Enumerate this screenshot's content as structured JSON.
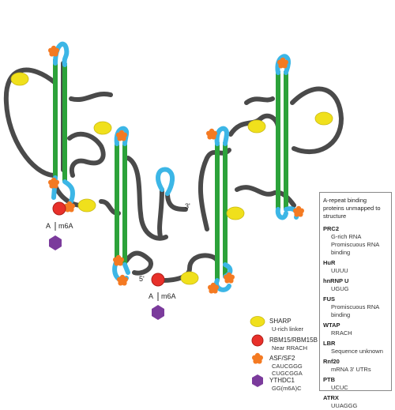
{
  "diagram": {
    "end_5prime": "5'",
    "end_3prime": "3'",
    "mod_left": {
      "base": "A",
      "mod": "m6A"
    },
    "mod_center": {
      "base": "A",
      "mod": "m6A"
    },
    "colors": {
      "backbone": "#4a4a4a",
      "stem": "#2ca23a",
      "loop": "#3cb6e6",
      "sharp": "#f0e01c",
      "rbm15": "#e8302a",
      "asf": "#f47a22",
      "ythdc1": "#7b3b9c"
    }
  },
  "legend": {
    "items": [
      {
        "name": "SHARP",
        "desc": [
          "U-rich linker"
        ],
        "icon": "yellow-ellipse"
      },
      {
        "name": "RBM15/RBM15B",
        "desc": [
          "Near RRACH"
        ],
        "icon": "red-circle"
      },
      {
        "name": "ASF/SF2",
        "desc": [
          "CAUCGGG",
          "CUGCGGA"
        ],
        "icon": "orange-flower"
      },
      {
        "name": "YTHDC1",
        "desc": [
          "GG(m6A)C"
        ],
        "icon": "purple-hexagon"
      }
    ]
  },
  "side_panel": {
    "title": "A-repeat binding proteins unmapped to structure",
    "proteins": [
      {
        "name": "PRC2",
        "desc": [
          "G-rich RNA",
          "Promiscuous RNA binding"
        ]
      },
      {
        "name": "HuR",
        "desc": [
          "UUUU"
        ]
      },
      {
        "name": "hnRNP U",
        "desc": [
          "UGUG"
        ]
      },
      {
        "name": "FUS",
        "desc": [
          "Promiscuous RNA binding"
        ]
      },
      {
        "name": "WTAP",
        "desc": [
          "RRACH"
        ]
      },
      {
        "name": "LBR",
        "desc": [
          "Sequence unknown"
        ]
      },
      {
        "name": "Rnf20",
        "desc": [
          "mRNA 3' UTRs"
        ]
      },
      {
        "name": "PTB",
        "desc": [
          "UCUC"
        ]
      },
      {
        "name": "ATRX",
        "desc": [
          "UUAGGG"
        ]
      }
    ]
  }
}
